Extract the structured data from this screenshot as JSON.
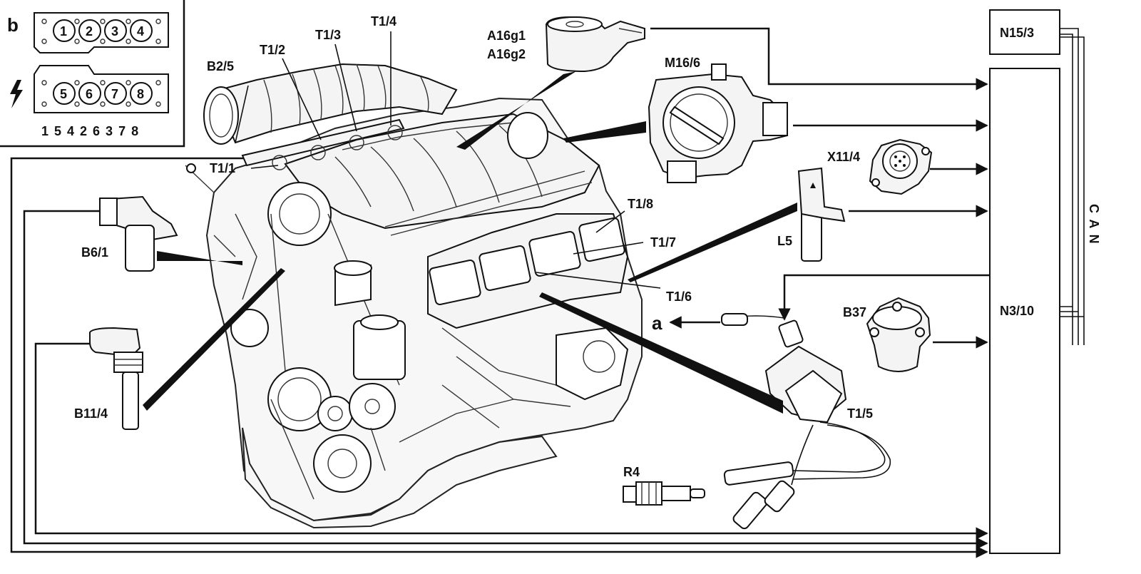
{
  "inset": {
    "label": "b",
    "bank_top": [
      "1",
      "2",
      "3",
      "4"
    ],
    "bank_bottom": [
      "5",
      "6",
      "7",
      "8"
    ],
    "firing_order": "1 5 4 2 6 3 7 8",
    "symbol": "lightning-bolt-icon"
  },
  "boxes": {
    "gateway": "N15/3",
    "ecu": "N3/10",
    "bus": "C A N"
  },
  "labels": {
    "b2_5": "B2/5",
    "t1_1": "T1/1",
    "t1_2": "T1/2",
    "t1_3": "T1/3",
    "t1_4": "T1/4",
    "a16g1": "A16g1",
    "a16g2": "A16g2",
    "m16_6": "M16/6",
    "x11_4": "X11/4",
    "l5": "L5",
    "t1_8": "T1/8",
    "t1_7": "T1/7",
    "t1_6": "T1/6",
    "b37": "B37",
    "a": "a",
    "t1_5": "T1/5",
    "r4": "R4",
    "b6_1": "B6/1",
    "b11_4": "B11/4"
  }
}
